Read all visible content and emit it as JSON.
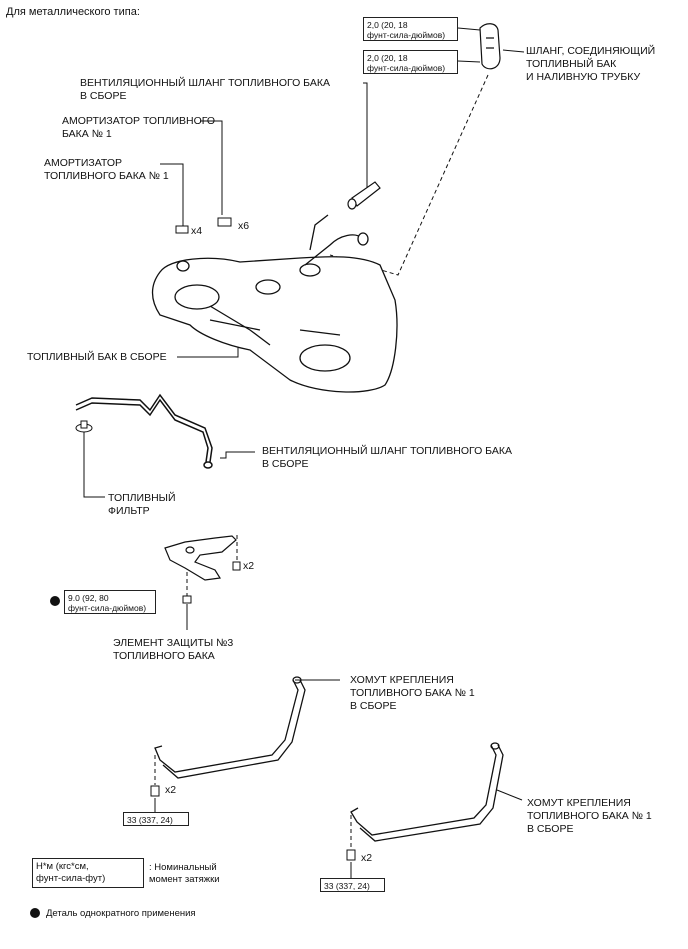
{
  "header": {
    "title": "Для металлического типа:"
  },
  "labels": {
    "hose_connecting": "ШЛАНГ, СОЕДИНЯЮЩИЙ\nТОПЛИВНЫЙ БАК\nИ НАЛИВНУЮ ТРУБКУ",
    "vent_hose_top": "ВЕНТИЛЯЦИОННЫЙ ШЛАНГ ТОПЛИВНОГО БАКА\nВ СБОРЕ",
    "damper_1a": "АМОРТИЗАТОР ТОПЛИВНОГО\nБАКА № 1",
    "damper_1b": "АМОРТИЗАТОР\nТОПЛИВНОГО БАКА № 1",
    "fuel_tank": "ТОПЛИВНЫЙ БАК В СБОРЕ",
    "vent_hose_mid": "ВЕНТИЛЯЦИОННЫЙ ШЛАНГ ТОПЛИВНОГО БАКА\nВ СБОРЕ",
    "fuel_filter": "ТОПЛИВНЫЙ\nФИЛЬТР",
    "protector": "ЭЛЕМЕНТ ЗАЩИТЫ №3\nТОПЛИВНОГО БАКА",
    "band_a": "ХОМУТ КРЕПЛЕНИЯ\nТОПЛИВНОГО БАКА № 1\nВ СБОРЕ",
    "band_b": "ХОМУТ КРЕПЛЕНИЯ\nТОПЛИВНОГО БАКА № 1\nВ СБОРЕ"
  },
  "quantities": {
    "x4": "x4",
    "x6": "x6",
    "x2_protector": "x2",
    "x2_band_a": "x2",
    "x2_band_b": "x2"
  },
  "torques": {
    "hose_top": "2,0 (20, 18\nфунт-сила-дюймов)",
    "hose_bottom": "2,0 (20, 18\nфунт-сила-дюймов)",
    "protector_nut": "9.0 (92, 80\nфунт-сила-дюймов)",
    "band_a_bolt": "33 (337, 24)",
    "band_b_bolt": "33 (337, 24)"
  },
  "legend": {
    "torque_units": "Н*м (кгс*см,\nфунт-сила-фут)",
    "torque_desc": ": Номинальный\nмомент затяжки",
    "one_time": "Деталь однократного применения"
  }
}
